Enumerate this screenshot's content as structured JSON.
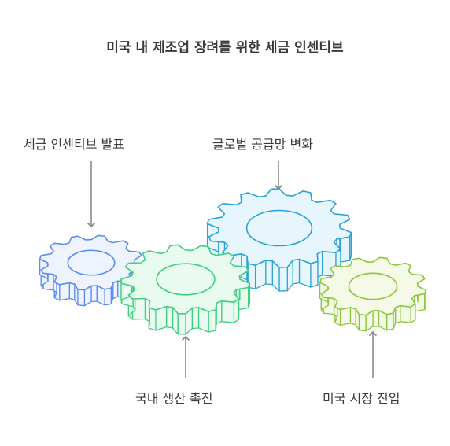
{
  "title": "미국 내 제조업 장려를 위한 세금 인센티브",
  "labels": {
    "announce": "세금 인센티브 발표",
    "supply": "글로벌 공급망 변화",
    "domestic": "국내 생산 촉진",
    "market": "미국 시장 진입"
  },
  "colors": {
    "blue_gear": "#5b8def",
    "cyan_gear": "#2ba3d6",
    "green_gear": "#3fcf7f",
    "lime_gear": "#8cc63f",
    "arrow": "#8a8a8a"
  }
}
